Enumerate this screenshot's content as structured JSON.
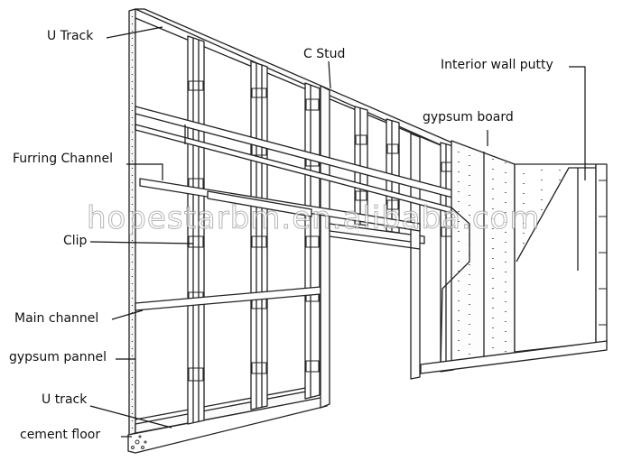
{
  "labels": {
    "u_track_top": "U Track",
    "c_stud": "C Stud",
    "interior_wall_putty": "Interior wall putty",
    "gypsum_board": "gypsum board",
    "furring_channel": "Furring Channel",
    "clip": "Clip",
    "main_channel": "Main channel",
    "gypsum_pannel": "gypsum pannel",
    "u_track_bottom": "U track",
    "cement_floor": "cement floor"
  },
  "watermark": "hopestarbm.en.alibaba.com"
}
